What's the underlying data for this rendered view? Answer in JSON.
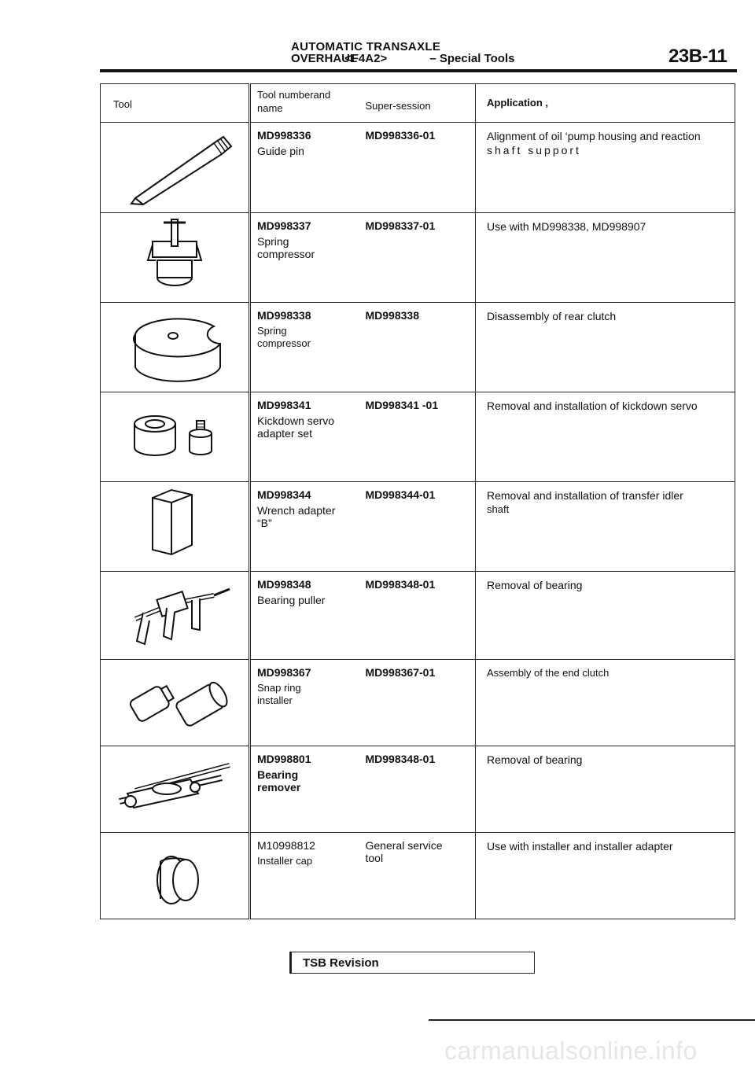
{
  "header": {
    "title": "AUTOMATIC TRANSAXLE",
    "subtitle": "OVERHAUL",
    "model_code": "<F4A2>",
    "section": "– Special Tools",
    "page_number": "23B-11"
  },
  "table": {
    "headers": {
      "tool": "Tool",
      "tool_number_and_name": "Tool numberand\nname",
      "supersession": "Super-session",
      "application": "Application ,"
    },
    "rows": [
      {
        "number": "MD998336",
        "name": "Guide pin",
        "supersession": "MD998336-01",
        "application": "Alignment of oil ‘pump housing and reaction",
        "application_2": "shaft support",
        "icon": "guide-pin-icon"
      },
      {
        "number": "MD998337",
        "name": "Spring\ncompressor",
        "supersession": "MD998337-01",
        "application": "Use with MD998338, MD998907",
        "icon": "spring-compressor-icon"
      },
      {
        "number": "MD998338",
        "name": "Spring\ncompressor",
        "supersession": "MD998338",
        "application": "Disassembly of rear clutch",
        "icon": "spring-compressor-disc-icon"
      },
      {
        "number": "MD998341",
        "name": "Kickdown servo\nadapter set",
        "supersession": "MD998341 -01",
        "application": "Removal and installation of kickdown servo",
        "icon": "kickdown-servo-adapter-icon"
      },
      {
        "number": "MD998344",
        "name": "Wrench adapter\n“B”",
        "supersession": "MD998344-01",
        "application": "Removal and installation of transfer idler",
        "application_2": "shaft",
        "icon": "wrench-adapter-icon"
      },
      {
        "number": "MD998348",
        "name": "Bearing puller",
        "supersession": "MD998348-01",
        "application": "Removal of bearing",
        "icon": "bearing-puller-icon"
      },
      {
        "number": "MD998367",
        "name": "Snap ring\ninstaller",
        "supersession": "MD998367-01",
        "application": "Assembly of the end clutch",
        "icon": "snap-ring-installer-icon"
      },
      {
        "number": "MD998801",
        "name": "Bearing\nremover",
        "supersession": "MD998348-01",
        "application": "Removal of bearing",
        "icon": "bearing-remover-icon"
      },
      {
        "number": "M10998812",
        "name": "Installer cap",
        "supersession": "General service\ntool",
        "application": "Use with installer and installer adapter",
        "icon": "installer-cap-icon"
      }
    ]
  },
  "footer": {
    "tsb_label": "TSB Revision",
    "watermark": "carmanualsonline.info"
  }
}
